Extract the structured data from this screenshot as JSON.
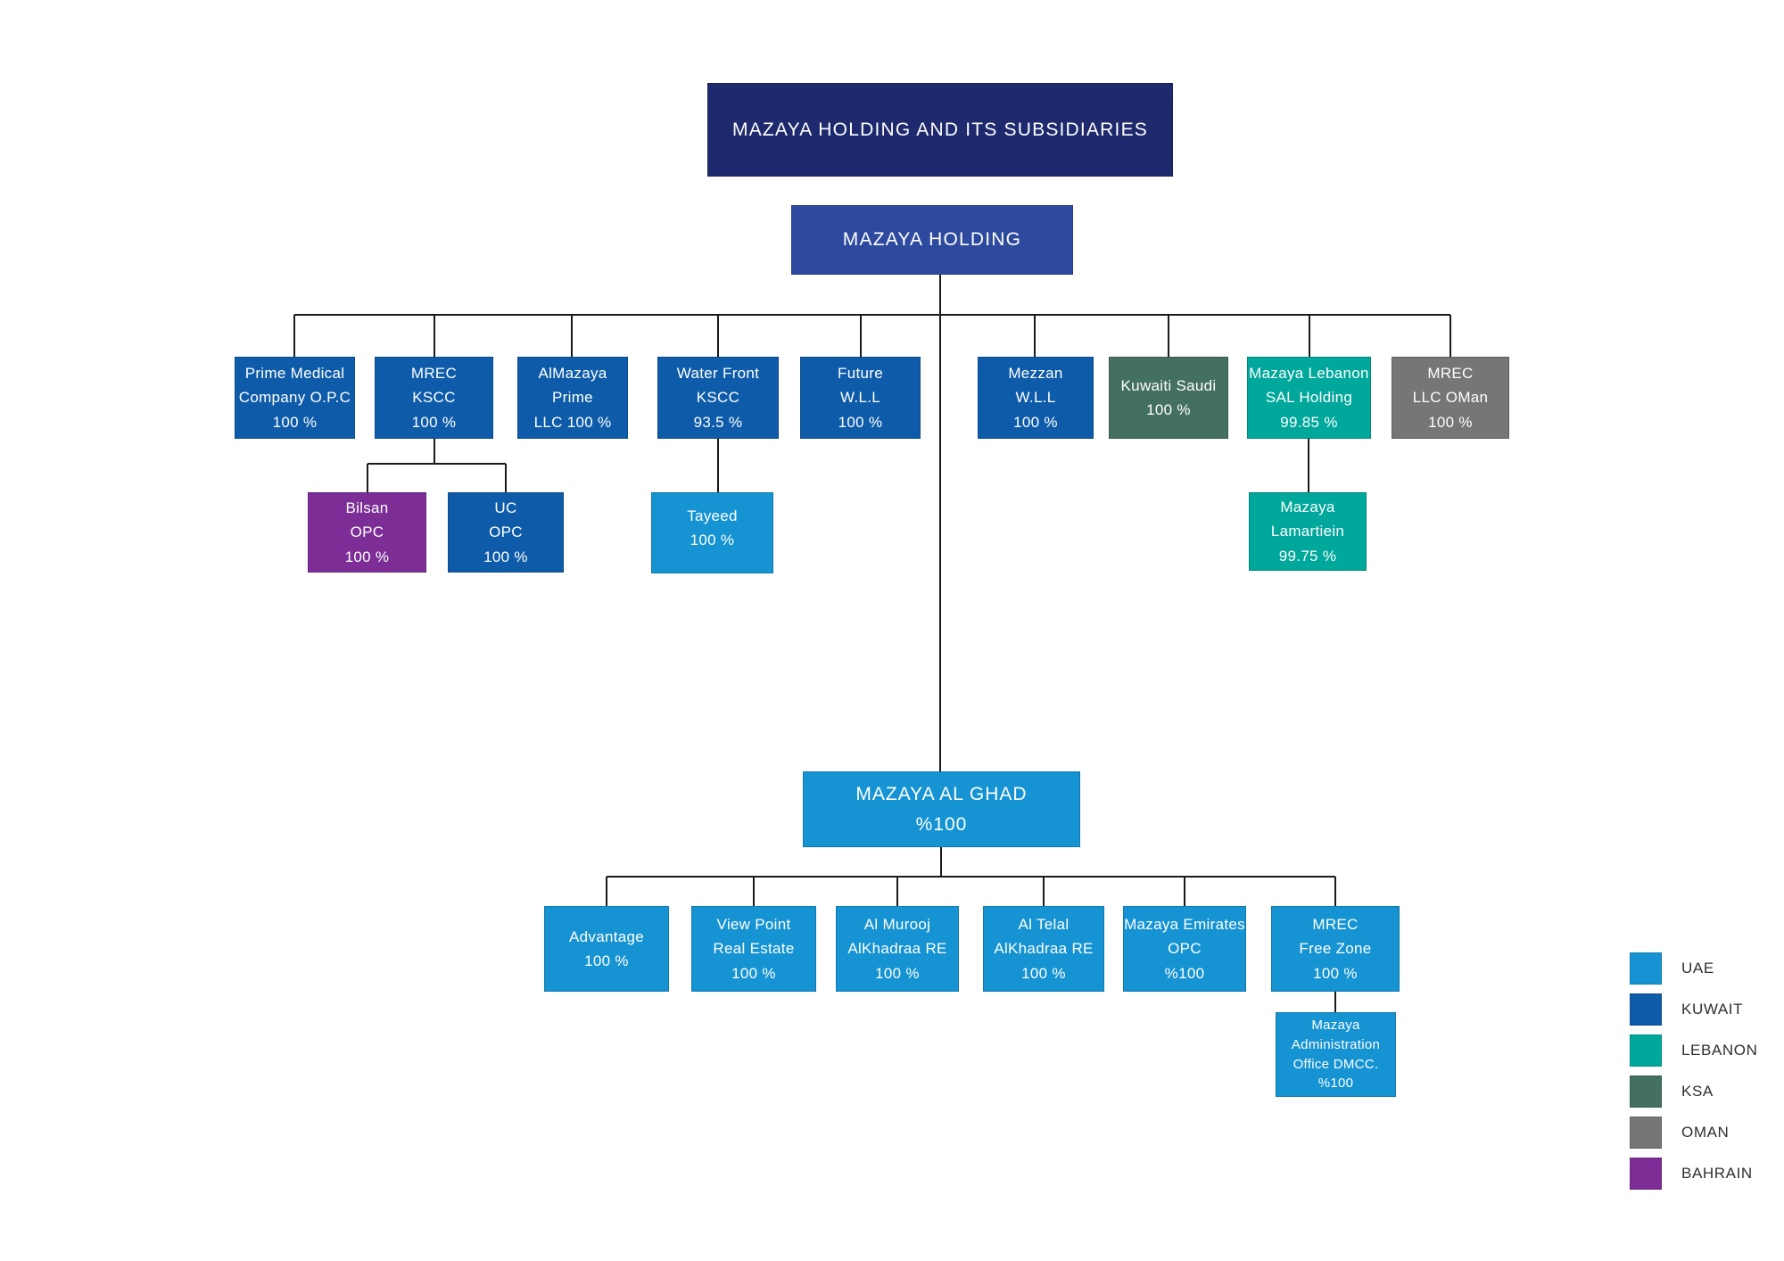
{
  "banner": {
    "label": "MAZAYA HOLDING AND ITS SUBSIDIARIES"
  },
  "root": {
    "label": "MAZAYA HOLDING"
  },
  "colors": {
    "banner": "#1e2a6d",
    "root": "#2e4a9e",
    "uae": "#1593d2",
    "kuwait": "#0e5ca9",
    "lebanon": "#00a79b",
    "ksa": "#44705f",
    "oman": "#767578",
    "bahrain": "#7c2e96",
    "connector": "#1a1a1a"
  },
  "nodes": {
    "prime_medical": {
      "country": "kuwait",
      "lines": [
        "Prime Medical",
        "Company O.P.C",
        "100 %"
      ]
    },
    "mrec_kscc": {
      "country": "kuwait",
      "lines": [
        "MREC",
        "KSCC",
        "100 %"
      ]
    },
    "almazaya_prime": {
      "country": "kuwait",
      "lines": [
        "AlMazaya",
        "Prime",
        "LLC 100 %"
      ]
    },
    "water_front": {
      "country": "kuwait",
      "lines": [
        "Water Front",
        "KSCC",
        "93.5 %"
      ]
    },
    "future": {
      "country": "kuwait",
      "lines": [
        "Future",
        "W.L.L",
        "100 %"
      ]
    },
    "mezzan": {
      "country": "kuwait",
      "lines": [
        "Mezzan",
        "W.L.L",
        "100 %"
      ]
    },
    "kuwaiti_saudi": {
      "country": "ksa",
      "lines": [
        "Kuwaiti Saudi",
        "100 %"
      ]
    },
    "mazaya_lebanon": {
      "country": "lebanon",
      "lines": [
        "Mazaya Lebanon",
        "SAL Holding",
        "99.85 %"
      ]
    },
    "mrec_oman": {
      "country": "oman",
      "lines": [
        "MREC",
        "LLC OMan",
        "100 %"
      ]
    },
    "bilsan": {
      "country": "bahrain",
      "lines": [
        "Bilsan",
        "OPC",
        "100 %"
      ]
    },
    "uc_opc": {
      "country": "kuwait",
      "lines": [
        "UC",
        "OPC",
        "100 %"
      ]
    },
    "tayeed": {
      "country": "uae",
      "lines": [
        "Tayeed",
        "100 %"
      ]
    },
    "lamartiein": {
      "country": "lebanon",
      "lines": [
        "Mazaya",
        "Lamartiein",
        "99.75 %"
      ]
    },
    "al_ghad": {
      "country": "uae",
      "lines": [
        "MAZAYA AL GHAD",
        "%100"
      ]
    },
    "advantage": {
      "country": "uae",
      "lines": [
        "Advantage",
        "100 %"
      ]
    },
    "view_point": {
      "country": "uae",
      "lines": [
        "View Point",
        "Real Estate",
        "100 %"
      ]
    },
    "al_murooj": {
      "country": "uae",
      "lines": [
        "Al Murooj",
        "AlKhadraa RE",
        "100 %"
      ]
    },
    "al_telal": {
      "country": "uae",
      "lines": [
        "Al Telal",
        "AlKhadraa RE",
        "100 %"
      ]
    },
    "mazaya_emirates": {
      "country": "uae",
      "lines": [
        "Mazaya Emirates",
        "OPC",
        "%100"
      ]
    },
    "mrec_free_zone": {
      "country": "uae",
      "lines": [
        "MREC",
        "Free Zone",
        "100 %"
      ]
    },
    "admin_office": {
      "country": "uae",
      "lines": [
        "Mazaya",
        "Administration",
        "Office DMCC.",
        "%100"
      ]
    }
  },
  "legend": {
    "items": [
      {
        "country": "uae",
        "label": "UAE"
      },
      {
        "country": "kuwait",
        "label": "KUWAIT"
      },
      {
        "country": "lebanon",
        "label": "LEBANON"
      },
      {
        "country": "ksa",
        "label": "KSA"
      },
      {
        "country": "oman",
        "label": "OMAN"
      },
      {
        "country": "bahrain",
        "label": "BAHRAIN"
      }
    ]
  }
}
